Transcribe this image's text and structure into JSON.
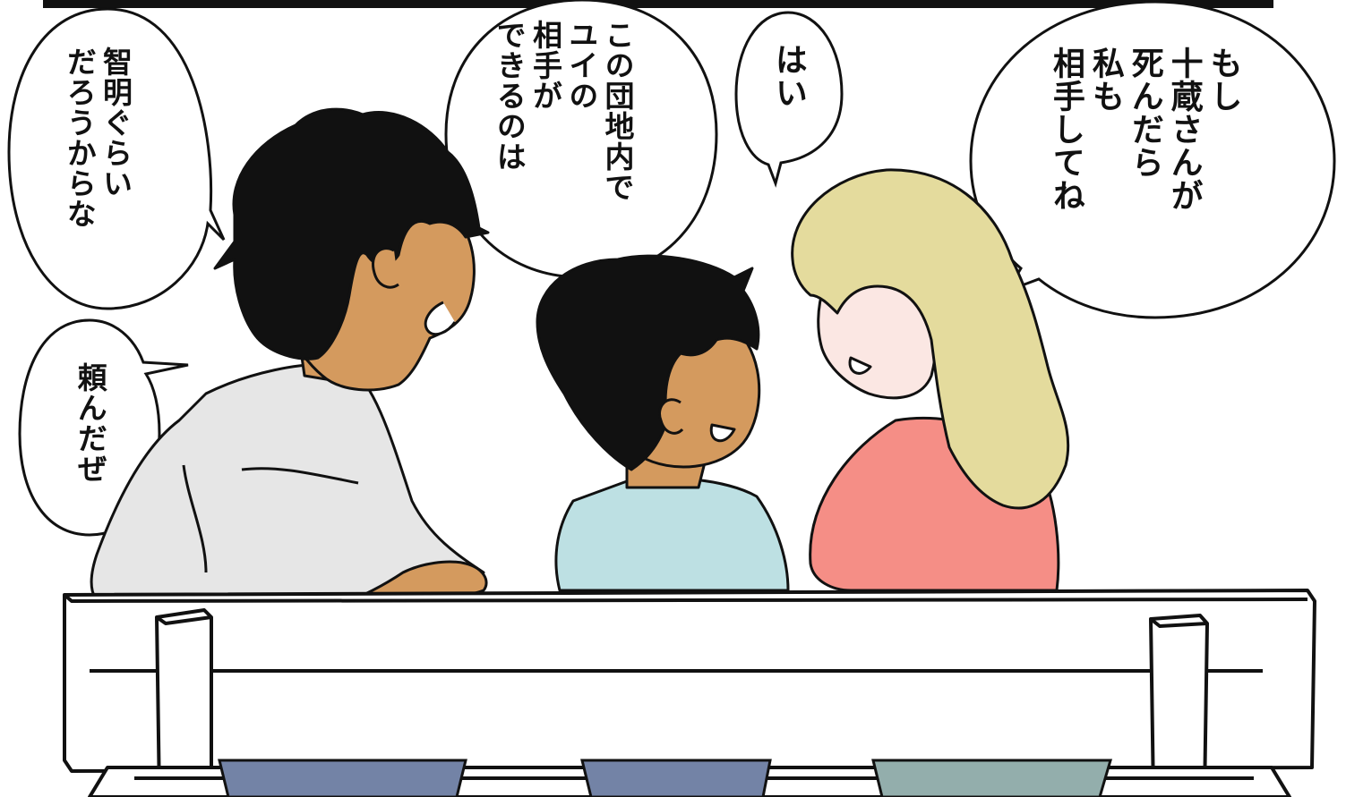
{
  "panel": {
    "description_free": true
  },
  "bubbles": [
    {
      "id": "wife-left-top",
      "text": "智明ぐらい\nだろうからな"
    },
    {
      "id": "wife-left-bottom",
      "text": "頼んだぜ"
    },
    {
      "id": "husband-center",
      "text": "この団地内で\nユイの\n相手が\nできるのは"
    },
    {
      "id": "boy-reply",
      "text": "はい"
    },
    {
      "id": "woman-right",
      "text": "もし\n十蔵さんが\n死んだら\n私も\n相手してね"
    }
  ],
  "colors": {
    "ink": "#111111",
    "man_skin": "#d49a5e",
    "man_shirt": "#e6e6e6",
    "boy_skin": "#d49a5e",
    "boy_shirt": "#bde0e3",
    "woman_hair": "#e4db9d",
    "woman_skin": "#fbe7e3",
    "woman_top": "#f58e86",
    "pants_man": "#7383a6",
    "pants_boy": "#7383a6",
    "pants_woman": "#93aeac",
    "bench": "#ffffff"
  }
}
